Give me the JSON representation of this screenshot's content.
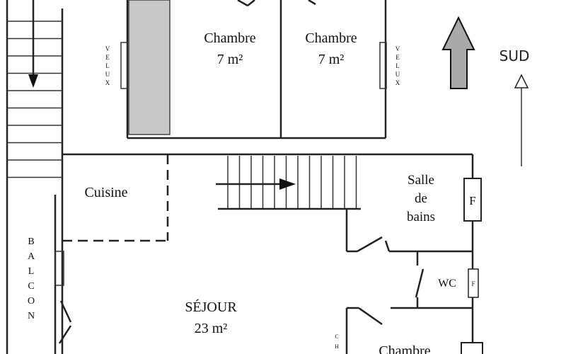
{
  "rooms": {
    "chambre1": {
      "name": "Chambre",
      "area": "7 m²"
    },
    "chambre2": {
      "name": "Chambre",
      "area": "7 m²"
    },
    "cuisine": {
      "name": "Cuisine"
    },
    "sdb": {
      "line1": "Salle",
      "line2": "de",
      "line3": "bains"
    },
    "wc": {
      "name": "WC"
    },
    "sejour": {
      "name": "SÉJOUR",
      "area": "23 m²"
    },
    "chambre3": {
      "name": "Chambre"
    },
    "balcon": [
      "B",
      "A",
      "L",
      "C",
      "O",
      "N"
    ]
  },
  "velux": [
    "V",
    "E",
    "L",
    "U",
    "X"
  ],
  "fixture_label": "F",
  "ch_label": [
    "C",
    "H"
  ],
  "compass": {
    "sud": "SUD"
  },
  "colors": {
    "wall": "#222222",
    "grey_fill": "#c8c8c8",
    "arrow_fill": "#a9a9a9"
  }
}
